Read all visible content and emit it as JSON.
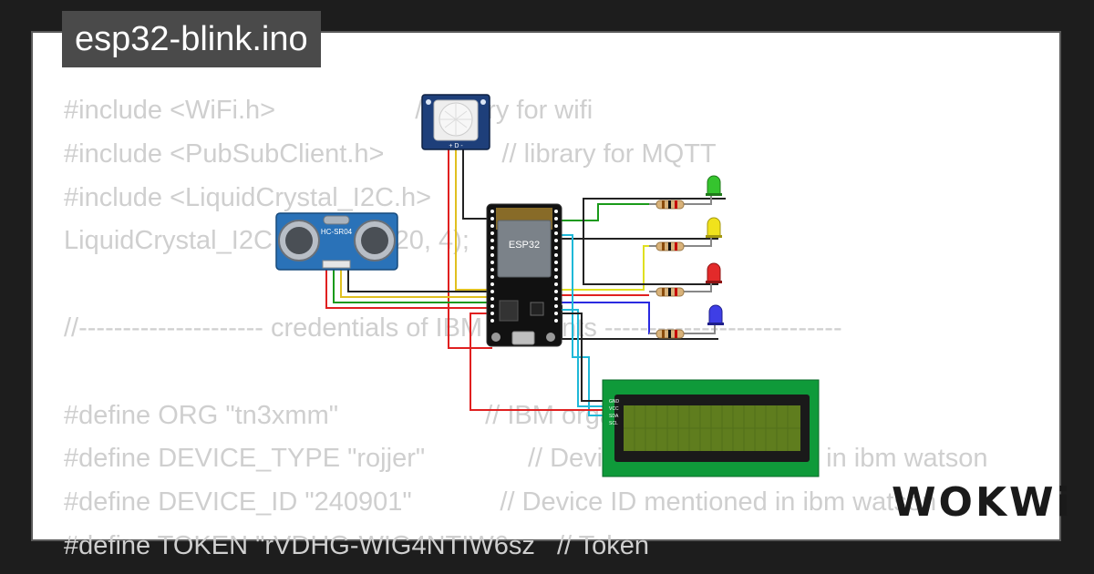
{
  "window": {
    "title": "esp32-blink.ino"
  },
  "code": {
    "lines": [
      "#include <WiFi.h>                   // library for wifi",
      "#include <PubSubClient.h>                // library for MQTT",
      "#include <LiquidCrystal_I2C.h>",
      "LiquidCrystal_I2C lcd(0x27, 20, 4);",
      "",
      "//--------------------- credentials of IBM Accounts ---------------------------",
      "",
      "#define ORG \"tn3xmm\"                    // IBM organization id",
      "#define DEVICE_TYPE \"rojjer\"              // Device type mentioned in ibm watson",
      "#define DEVICE_ID \"240901\"            // Device ID mentioned in ibm watson",
      "#define TOKEN \"rVDHG-WIG4NTIW6sz   // Token"
    ]
  },
  "diagram": {
    "pir_sensor": {
      "pins": "+ D -"
    },
    "ultrasonic": {
      "label": "HC-SR04"
    },
    "mcu": {
      "label": "ESP32"
    },
    "leds": [
      {
        "color": "#35c42e"
      },
      {
        "color": "#f0e21c"
      },
      {
        "color": "#e32a2a"
      },
      {
        "color": "#3e3ee6"
      }
    ],
    "lcd": {
      "pins": [
        "GND",
        "VCC",
        "SDA",
        "SCL"
      ]
    }
  },
  "brand": {
    "logo": "WOKWi"
  }
}
